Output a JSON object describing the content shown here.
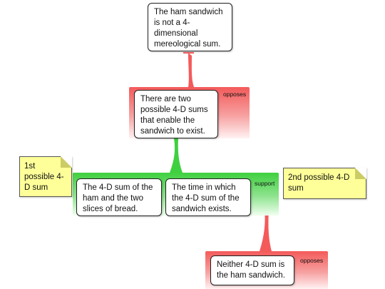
{
  "claims": {
    "main": "The ham sandwich is not a 4-dimensional mereological sum.",
    "objection1": "There are two possible 4-D sums that enable the sandwich to exist.",
    "reason_a": "The 4-D sum of the ham and the two slices of bread.",
    "reason_b": "The time in which the 4-D sum of the sandwich exists.",
    "objection2": "Neither 4-D sum is the ham sandwich."
  },
  "relations": {
    "opposes_1": "opposes",
    "support": "support",
    "opposes_2": "opposes"
  },
  "notes": {
    "first": "1st possible 4-D sum",
    "second": "2nd possible 4-D sum"
  },
  "colors": {
    "oppose": "#f45a5a",
    "support": "#3fd03f",
    "note": "#ffff99"
  }
}
